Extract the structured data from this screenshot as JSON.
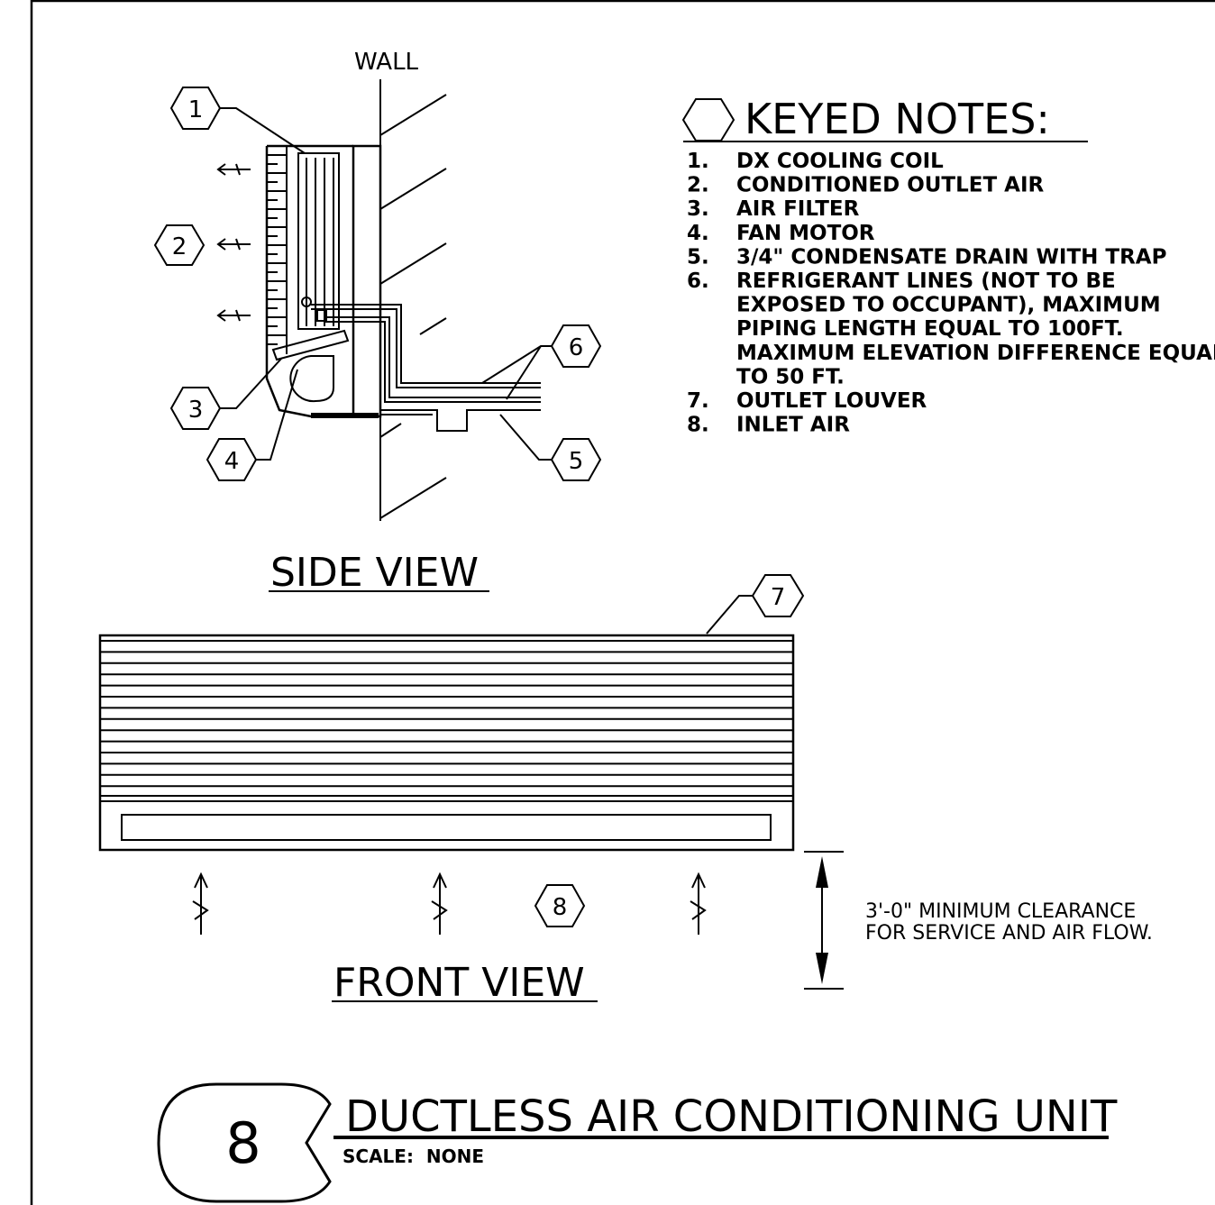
{
  "side_view": {
    "wall_label": "WALL",
    "title": "SIDE VIEW"
  },
  "keyed_notes": {
    "heading": "KEYED NOTES:",
    "items": [
      {
        "num": "1.",
        "text": "DX COOLING COIL"
      },
      {
        "num": "2.",
        "text": "CONDITIONED OUTLET AIR"
      },
      {
        "num": "3.",
        "text": "AIR FILTER"
      },
      {
        "num": "4.",
        "text": "FAN MOTOR"
      },
      {
        "num": "5.",
        "text": "3/4\" CONDENSATE DRAIN WITH TRAP"
      },
      {
        "num": "6.",
        "text": "REFRIGERANT LINES (NOT TO BE"
      },
      {
        "num": "",
        "text": "EXPOSED TO OCCUPANT), MAXIMUM"
      },
      {
        "num": "",
        "text": "PIPING LENGTH EQUAL TO 100FT."
      },
      {
        "num": "",
        "text": "MAXIMUM ELEVATION DIFFERENCE EQUAL"
      },
      {
        "num": "",
        "text": "TO 50 FT."
      },
      {
        "num": "7.",
        "text": "OUTLET LOUVER"
      },
      {
        "num": "8.",
        "text": "INLET AIR"
      }
    ]
  },
  "callouts": {
    "c1": "1",
    "c2": "2",
    "c3": "3",
    "c4": "4",
    "c5": "5",
    "c6": "6",
    "c7": "7",
    "c8": "8"
  },
  "front_view": {
    "title": "FRONT VIEW",
    "clearance_line1": "3'-0\" MINIMUM CLEARANCE",
    "clearance_line2": "FOR SERVICE AND AIR FLOW."
  },
  "detail": {
    "number": "8",
    "title": "DUCTLESS AIR CONDITIONING UNIT",
    "scale": "SCALE:  NONE"
  }
}
